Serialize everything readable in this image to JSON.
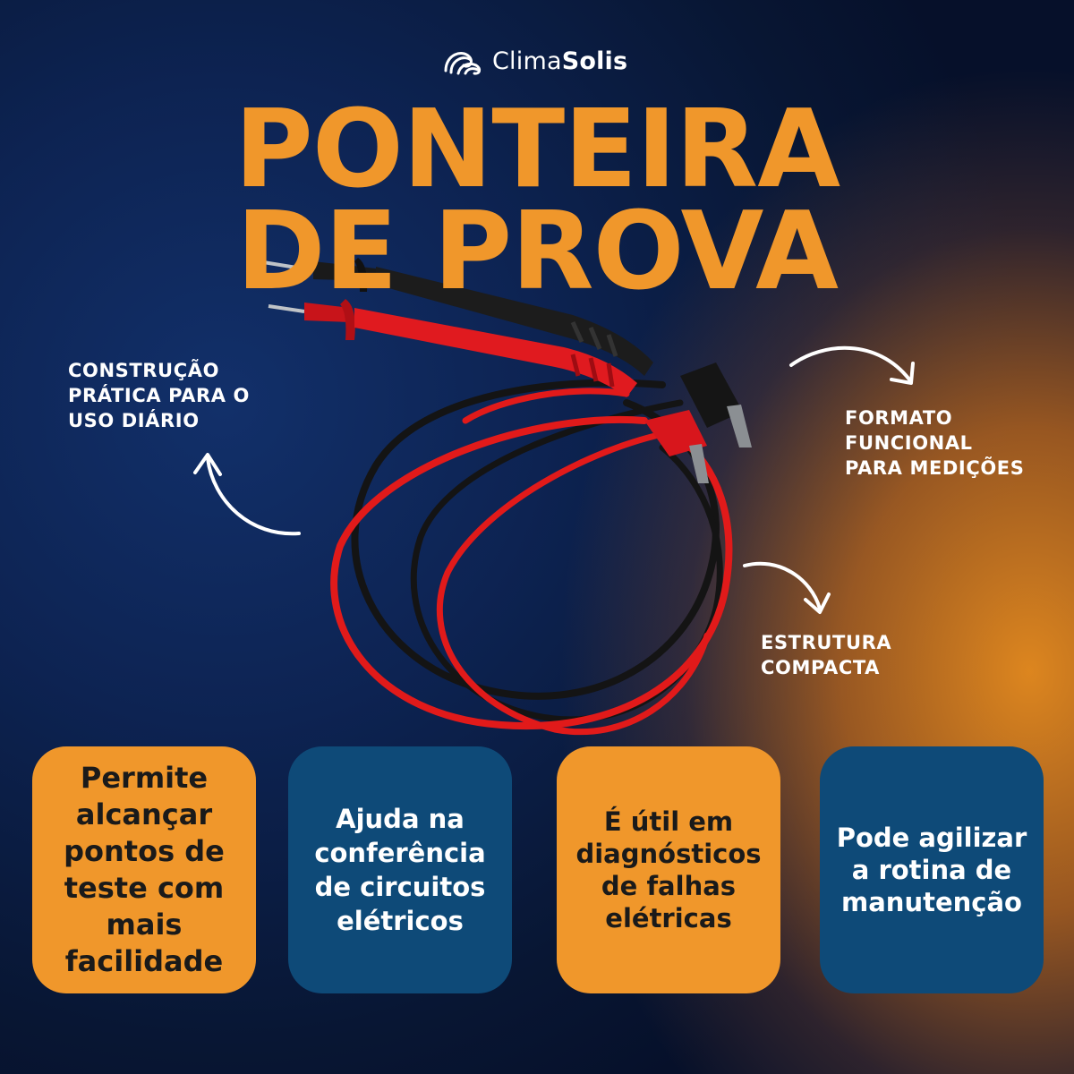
{
  "brand": {
    "name_light": "Clima",
    "name_bold": "Solis",
    "logo_icon": "wave-swirl-icon"
  },
  "title": {
    "line1": "PONTEIRA",
    "line2": "DE PROVA"
  },
  "product": {
    "image": "test-leads-probes-red-black"
  },
  "callouts": {
    "left": "CONSTRUÇÃO\nPRÁTICA PARA O\nUSO DIÁRIO",
    "right": "FORMATO\nFUNCIONAL\nPARA MEDIÇÕES",
    "bottom": "ESTRUTURA\nCOMPACTA"
  },
  "cards": [
    {
      "text": "Permite alcançar pontos de teste com mais facilidade",
      "color": "#f0972b"
    },
    {
      "text": "Ajuda na conferência de circuitos elétricos",
      "color": "#0e4a78"
    },
    {
      "text": "É útil em diagnósticos de falhas elétricas",
      "color": "#f0972b"
    },
    {
      "text": "Pode agilizar a rotina de manutenção",
      "color": "#0e4a78"
    }
  ],
  "colors": {
    "accent_orange": "#f0972b",
    "navy": "#0d2352",
    "card_blue": "#0e4a78",
    "lead_red": "#e11a1a",
    "lead_black": "#151515"
  }
}
